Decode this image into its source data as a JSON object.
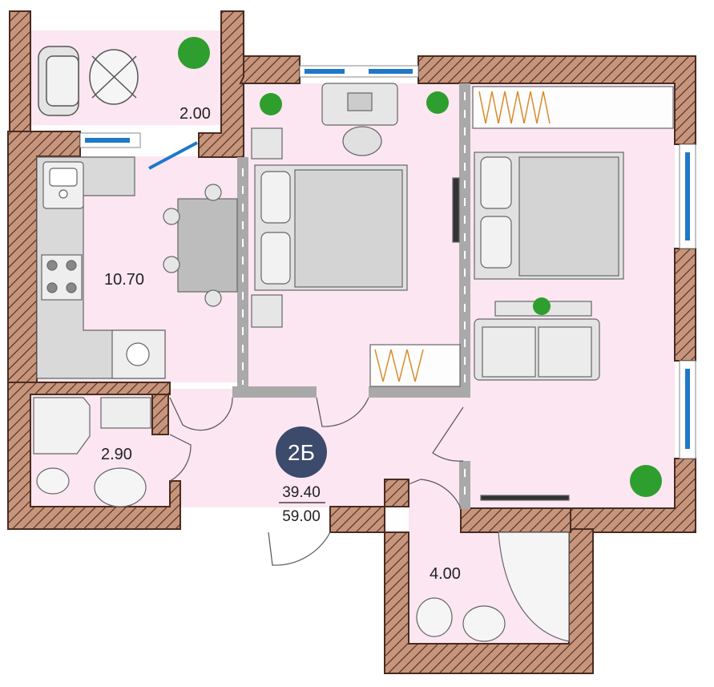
{
  "rooms": {
    "balcony": "2.00",
    "kitchen": "10.70",
    "wc_small": "2.90",
    "bath": "4.00"
  },
  "apartment": {
    "type": "2Б",
    "living_area": "39.40",
    "total_area": "59.00"
  },
  "colors": {
    "floor": "#fbe6f1",
    "wall_fill": "#c7957c",
    "wall_hatch": "#4a2b20",
    "partition": "#a9a9a9",
    "furniture": "#dcdcdc",
    "window": "#1f78c8",
    "plant": "#2e9e2e",
    "badge": "#3c4a6b",
    "wardrobe": "#d98b2b"
  }
}
